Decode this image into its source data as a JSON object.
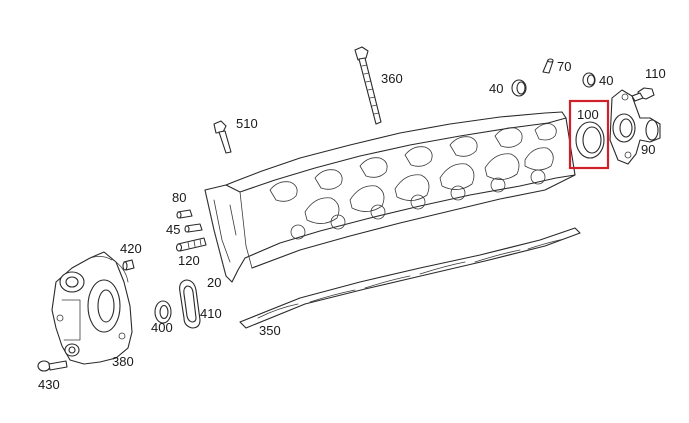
{
  "highlight_color": "#d0202a",
  "parts": [
    {
      "number": "360"
    },
    {
      "number": "510"
    },
    {
      "number": "70"
    },
    {
      "number": "40"
    },
    {
      "number": "40"
    },
    {
      "number": "110"
    },
    {
      "number": "100"
    },
    {
      "number": "90"
    },
    {
      "number": "80"
    },
    {
      "number": "45"
    },
    {
      "number": "120"
    },
    {
      "number": "20"
    },
    {
      "number": "420"
    },
    {
      "number": "410"
    },
    {
      "number": "400"
    },
    {
      "number": "350"
    },
    {
      "number": "380"
    },
    {
      "number": "430"
    }
  ]
}
